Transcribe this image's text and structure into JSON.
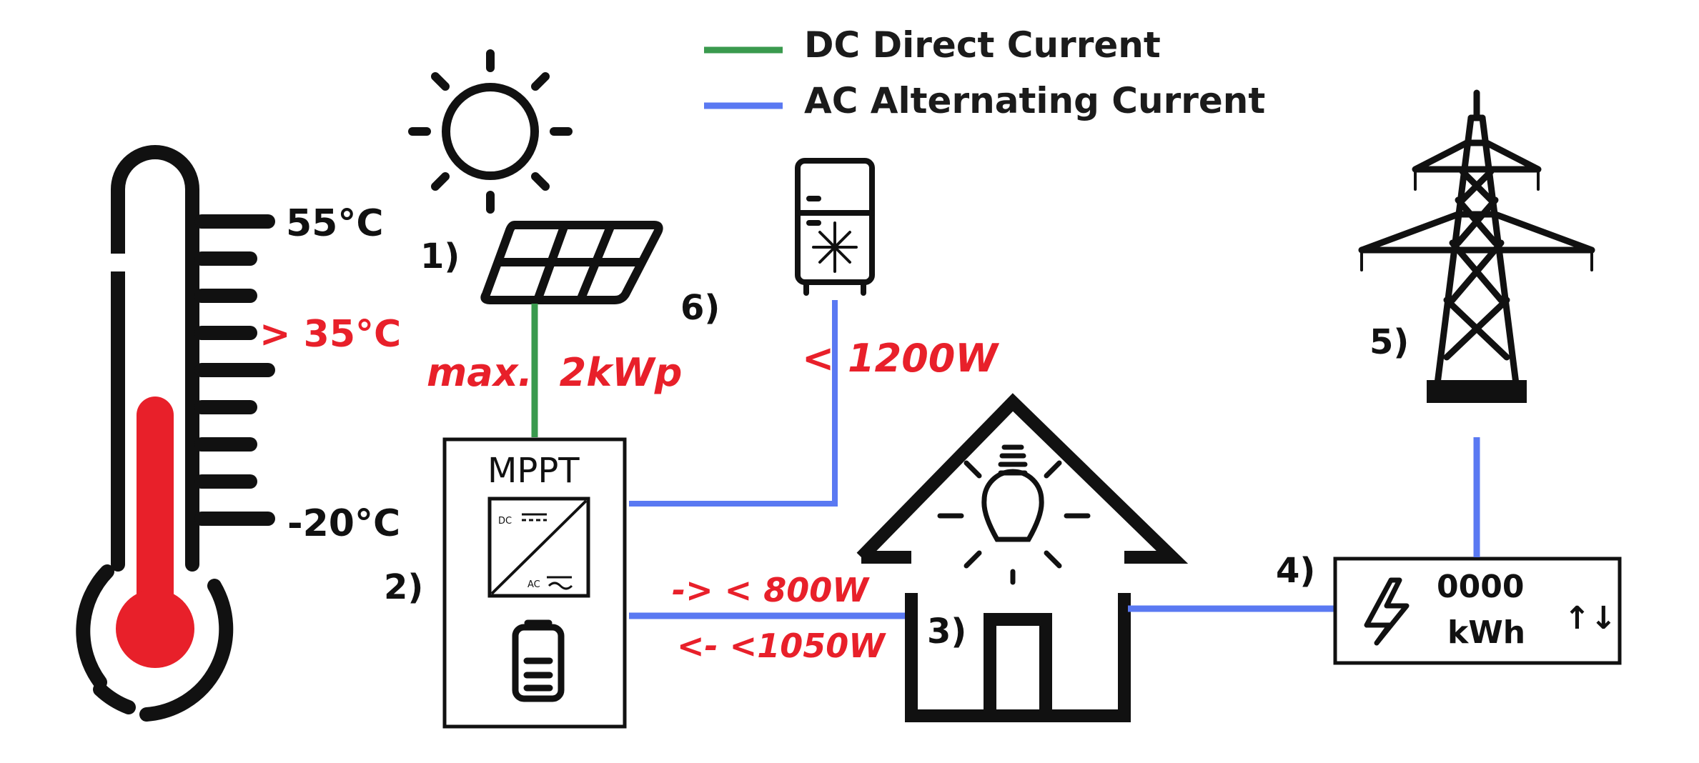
{
  "legend": {
    "dc_label": "DC Direct Current",
    "ac_label": "AC Alternating Current",
    "dc_color": "#3a9a4e",
    "ac_color": "#5a79f2"
  },
  "thermometer": {
    "max_label": "55°C",
    "warn_label": "> 35°C",
    "min_label": "-20°C",
    "fill_color": "#e8202a"
  },
  "markers": {
    "m1": "1)",
    "m2": "2)",
    "m3": "3)",
    "m4": "4)",
    "m5": "5)",
    "m6": "6)"
  },
  "power_labels": {
    "solar_max": "max.  2kWp",
    "fridge_limit": "< 1200W",
    "to_house": "-> < 800W",
    "from_house": "<- <1050W"
  },
  "inverter": {
    "title": "MPPT",
    "dc_tag": "DC",
    "ac_tag": "AC"
  },
  "meter": {
    "reading": "0000",
    "unit": "kWh",
    "arrows": "↑↓"
  },
  "icons": [
    "sun-icon",
    "solar-panel-icon",
    "fridge-icon",
    "snowflake-icon",
    "pylon-icon",
    "house-icon",
    "light-bulb-icon",
    "battery-icon",
    "lightning-icon",
    "thermometer-icon"
  ]
}
